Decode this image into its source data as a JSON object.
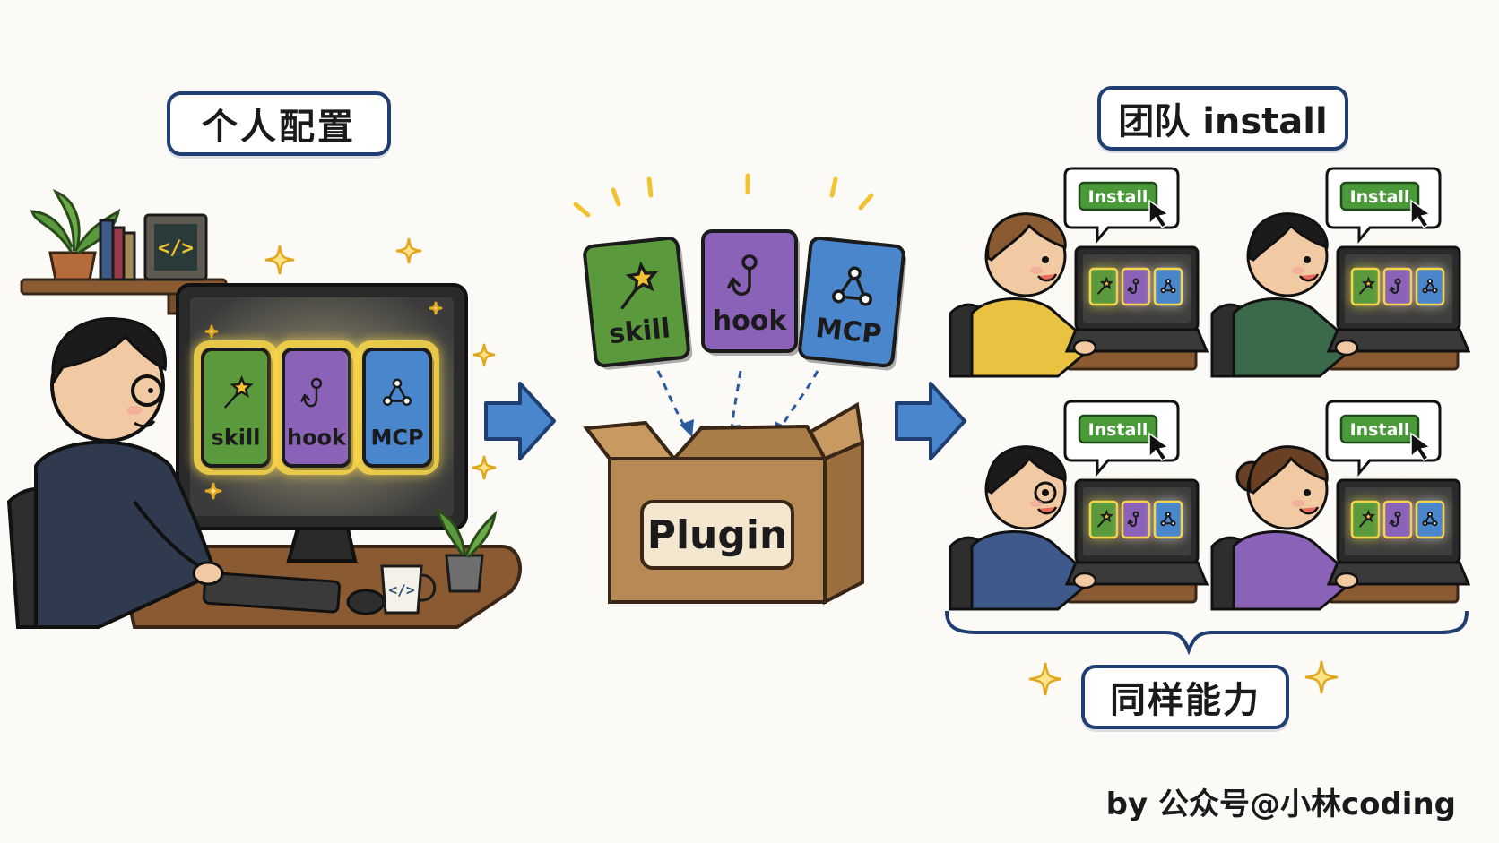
{
  "labels": {
    "personal": "个人配置",
    "team": "团队 install",
    "same": "同样能力"
  },
  "cards": [
    {
      "label": "skill",
      "color": "#5a9a3c",
      "icon": "magic-wand-icon"
    },
    {
      "label": "hook",
      "color": "#8a63b8",
      "icon": "hook-icon"
    },
    {
      "label": "MCP",
      "color": "#4a86cc",
      "icon": "network-icon"
    }
  ],
  "plugin_label": "Plugin",
  "install_label": "Install",
  "credit": "by 公众号@小林coding",
  "colors": {
    "border_navy": "#1f3f73",
    "arrow_blue": "#4a86cc",
    "install_green": "#4a9a3a",
    "sparkle_gold": "#f2c230",
    "box_brown": "#b78a55"
  }
}
